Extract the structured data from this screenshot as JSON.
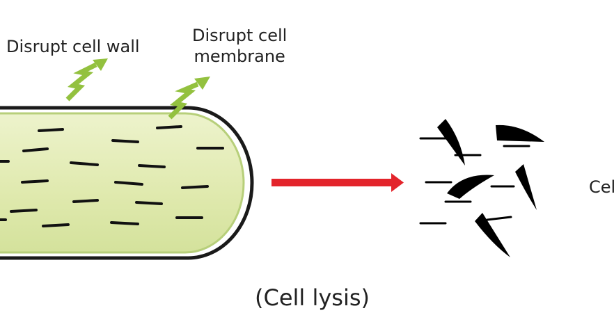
{
  "labels": {
    "disrupt_wall": "Disrupt cell wall",
    "disrupt_membrane_line1": "Disrupt cell",
    "disrupt_membrane_line2": "membrane",
    "process": "(Cell lysis)",
    "cut_off_right": "Cel"
  },
  "colors": {
    "cell_fill": "#e4ecb8",
    "cell_outline": "#1a1a1a",
    "membrane_edge": "#b7cf7a",
    "zigzag_arrow": "#93c13f",
    "process_arrow": "#e3242b",
    "debris": "#000000"
  },
  "icons": {
    "wall_arrow": "zigzag-arrow-icon",
    "membrane_arrow": "zigzag-arrow-icon",
    "process_arrow": "right-arrow-icon"
  }
}
